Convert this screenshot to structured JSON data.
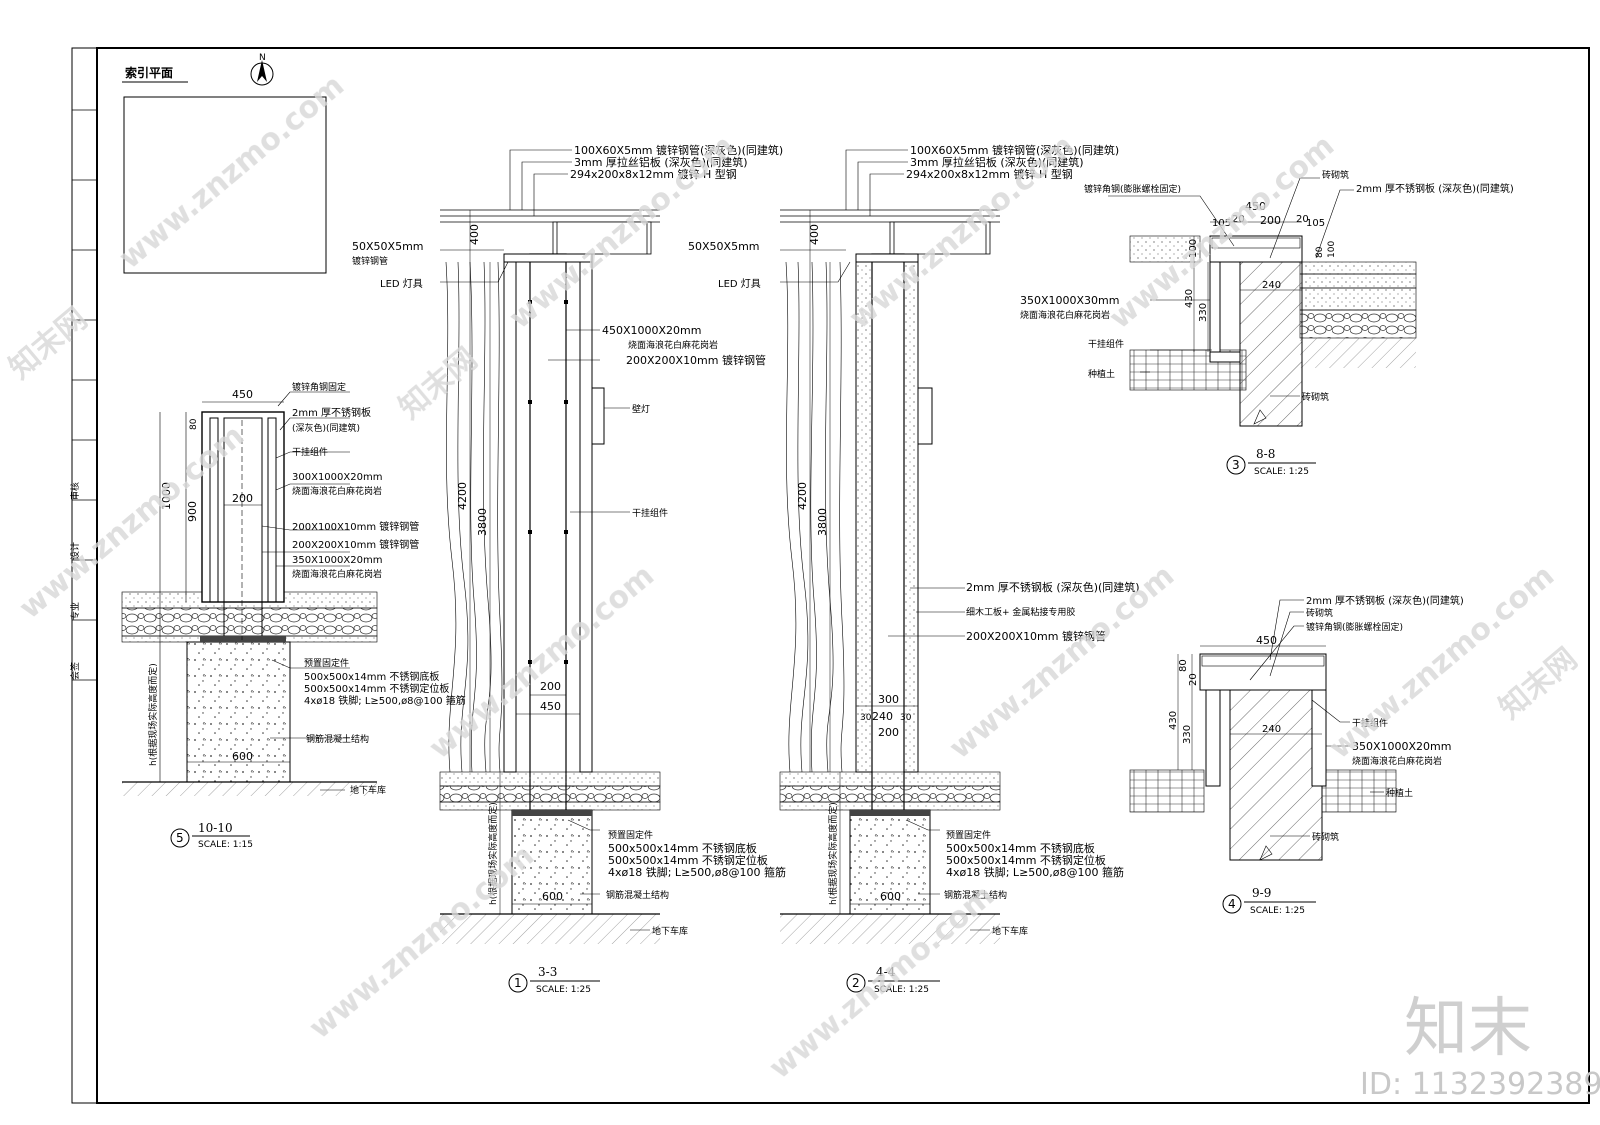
{
  "header": {
    "index_plan_title": "索引平面",
    "north_label": "N"
  },
  "title_block": {
    "labels": [
      "会签",
      "专业",
      "设计",
      "审核"
    ]
  },
  "sections": {
    "s1": {
      "num": "1",
      "name": "3-3",
      "scale": "SCALE:   1:25"
    },
    "s2": {
      "num": "2",
      "name": "4-4",
      "scale": "SCALE:   1:25"
    },
    "s3": {
      "num": "3",
      "name": "8-8",
      "scale": "SCALE:   1:25"
    },
    "s4": {
      "num": "4",
      "name": "9-9",
      "scale": "SCALE:   1:25"
    },
    "s5": {
      "num": "5",
      "name": "10-10",
      "scale": "SCALE:   1:15"
    }
  },
  "dims": {
    "d450": "450",
    "d200": "200",
    "d1000": "1000",
    "d900": "900",
    "d20": "20",
    "d80": "80",
    "d600": "600",
    "d4200": "4200",
    "d3800": "3800",
    "d400": "400",
    "d300": "300",
    "d240": "240",
    "d30": "30",
    "d105": "105",
    "d100": "100",
    "d430": "430",
    "d330": "330",
    "d200b": "200"
  },
  "notes": {
    "n_tube1": "100X60X5mm 镀锌钢管(深灰色)(同建筑)",
    "n_al": "3mm 厚拉丝铝板 (深灰色)(同建筑)",
    "n_h": "294x200x8x12mm 镀锌 H 型钢",
    "n_50": "50X50X5mm",
    "n_50b": "镀锌钢管",
    "n_led": "LED 灯具",
    "n_granite450": "450X1000X20mm",
    "n_granite_desc": "烧面海浪花白麻花岗岩",
    "n_tube200": "200X200X10mm 镀锌钢管",
    "n_walllamp": "壁灯",
    "n_hanger": "干挂组件",
    "n_embed": "预置固定件",
    "n_plate1": "500x500x14mm 不锈钢底板",
    "n_plate2": "500x500x14mm 不锈钢定位板",
    "n_anchor": "4xø18 铁脚; L≥500,ø8@100 箍筋",
    "n_rc": "钢筋混凝土结构",
    "n_garage": "地下车库",
    "n_ss2": "2mm 厚不锈钢板 (深灰色)(同建筑)",
    "n_wood": "细木工板+ 金属粘接专用胶",
    "n_angle": "镀锌角钢(膨胀螺栓固定)",
    "n_brick": "砖砌筑",
    "n_ss2b": "2mm 厚不锈钢板",
    "n_ss2c": "(深灰色)(同建筑)",
    "n_g350": "350X1000X30mm",
    "n_g350b": "350X1000X20mm",
    "n_soil": "种植土",
    "n_angle2": "镀锌角钢固定",
    "n_g300": "300X1000X20mm",
    "n_t200x100": "200X100X10mm 镀锌钢管",
    "n_h_note": "h(根据现场实际高度而定)"
  },
  "watermark": {
    "site": "www.znzmo.com",
    "brand": "知末网",
    "logo": "知末",
    "id": "ID: 1132392389"
  }
}
